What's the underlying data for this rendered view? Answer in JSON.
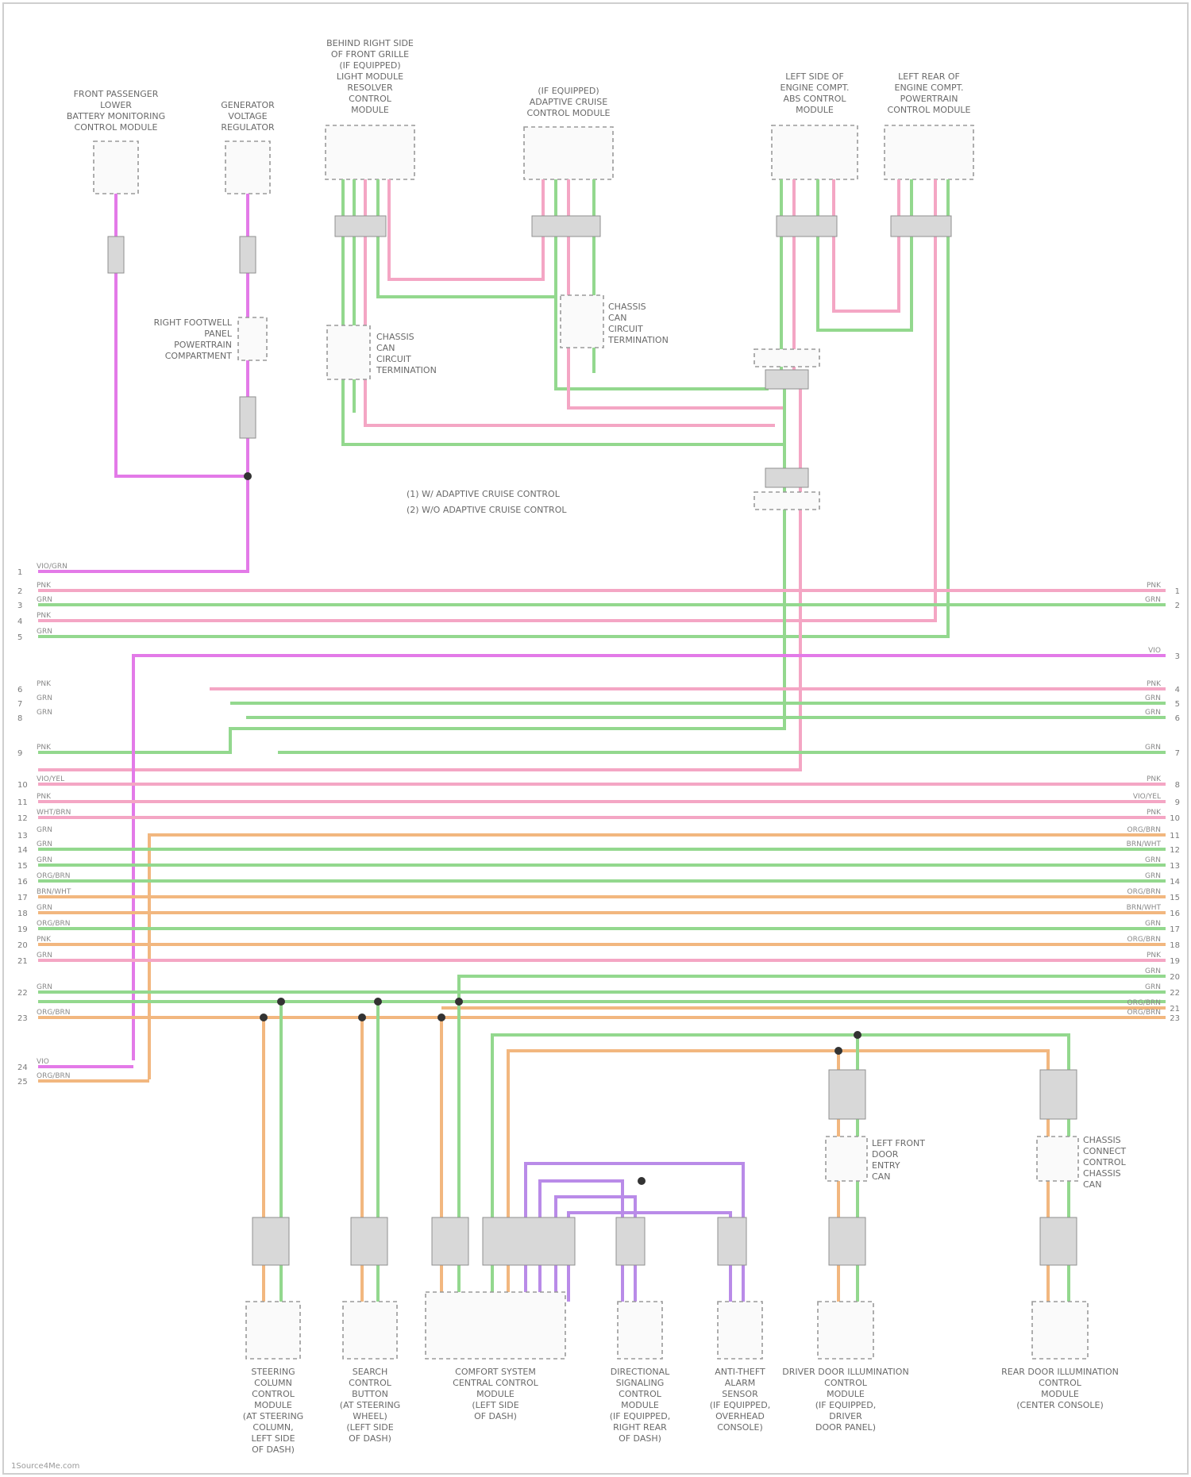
{
  "diagram": {
    "top_components": [
      [
        "FRONT PASSENGER",
        "LOWER",
        "BATTERY MONITORING",
        "CONTROL MODULE"
      ],
      [
        "GENERATOR",
        "VOLTAGE",
        "REGULATOR"
      ],
      [
        "BEHIND RIGHT SIDE",
        "OF FRONT GRILLE",
        "(IF EQUIPPED)",
        "LIGHT MODULE",
        "RESOLVER",
        "CONTROL",
        "MODULE"
      ],
      [
        "(IF EQUIPPED)",
        "ADAPTIVE CRUISE",
        "CONTROL MODULE"
      ],
      [
        "LEFT SIDE OF",
        "ENGINE COMPT.",
        "ABS CONTROL",
        "MODULE"
      ],
      [
        "LEFT REAR OF",
        "ENGINE COMPT.",
        "POWERTRAIN",
        "CONTROL MODULE"
      ]
    ],
    "splice_labels": [
      [
        "RIGHT FOOTWELL",
        "PANEL",
        "POWERTRAIN",
        "COMPARTMENT"
      ],
      [
        "CHASSIS",
        "CAN",
        "CIRCUIT",
        "TERMINATION"
      ],
      [
        "CHASSIS",
        "CAN",
        "CIRCUIT",
        "TERMINATION"
      ]
    ],
    "legend": [
      "(1) W/ ADAPTIVE CRUISE CONTROL",
      "(2) W/O ADAPTIVE CRUISE CONTROL"
    ],
    "left_wire_labels": [
      "VIO/GRN",
      "PNK",
      "GRN",
      "PNK",
      "GRN",
      "PNK",
      "GRN",
      "GRN",
      "PNK",
      "VIO/YEL",
      "PNK",
      "WHT/BRN",
      "GRN",
      "GRN",
      "GRN",
      "ORG/BRN",
      "BRN/WHT",
      "GRN",
      "ORG/BRN",
      "PNK",
      "GRN",
      "GRN",
      "ORG/BRN",
      "VIO",
      "ORG/BRN"
    ],
    "left_pin_numbers": [
      "1",
      "2",
      "3",
      "4",
      "5",
      "6",
      "7",
      "8",
      "9",
      "10",
      "11",
      "12",
      "13",
      "14",
      "15",
      "16",
      "17",
      "18",
      "19",
      "20",
      "21",
      "22",
      "23",
      "24",
      "25"
    ],
    "right_wire_labels": [
      "PNK",
      "GRN",
      "VIO",
      "PNK",
      "GRN",
      "GRN",
      "GRN",
      "PNK",
      "VIO/YEL",
      "PNK",
      "ORG/BRN",
      "BRN/WHT",
      "GRN",
      "GRN",
      "ORG/BRN",
      "BRN/WHT",
      "GRN",
      "ORG/BRN",
      "PNK",
      "GRN",
      "ORG/BRN",
      "GRN",
      "ORG/BRN"
    ],
    "right_pin_numbers": [
      "1",
      "2",
      "3",
      "4",
      "5",
      "6",
      "7",
      "8",
      "9",
      "10",
      "11",
      "12",
      "13",
      "14",
      "15",
      "16",
      "17",
      "18",
      "19",
      "20",
      "21",
      "22",
      "23"
    ],
    "bottom_splice_labels": [
      [
        "LEFT FRONT",
        "DOOR",
        "ENTRY",
        "CAN"
      ],
      [
        "CHASSIS",
        "CONNECT",
        "CONTROL",
        "CHASSIS",
        "CAN"
      ]
    ],
    "bottom_components": [
      [
        "STEERING",
        "COLUMN",
        "CONTROL",
        "MODULE",
        "(AT STEERING",
        "COLUMN,",
        "LEFT SIDE",
        "OF DASH)"
      ],
      [
        "SEARCH",
        "CONTROL",
        "BUTTON",
        "(AT STEERING",
        "WHEEL)",
        "(LEFT SIDE",
        "OF DASH)"
      ],
      [
        "COMFORT SYSTEM",
        "CENTRAL CONTROL",
        "MODULE",
        "(LEFT SIDE",
        "OF DASH)"
      ],
      [
        "DIRECTIONAL",
        "SIGNALING",
        "CONTROL",
        "MODULE",
        "(IF EQUIPPED,",
        "RIGHT REAR",
        "OF DASH)"
      ],
      [
        "ANTI-THEFT",
        "ALARM",
        "SENSOR",
        "(IF EQUIPPED,",
        "OVERHEAD",
        "CONSOLE)"
      ],
      [
        "DRIVER DOOR ILLUMINATION",
        "CONTROL",
        "MODULE",
        "(IF EQUIPPED,",
        "DRIVER",
        "DOOR PANEL)"
      ],
      [
        "REAR DOOR ILLUMINATION",
        "CONTROL",
        "MODULE",
        "(CENTER CONSOLE)"
      ]
    ],
    "footer": "1Source4Me.com",
    "colors": {
      "pink": "#f4a6c4",
      "green": "#93d88e",
      "orange": "#f2b77f",
      "violet": "#e37ae8",
      "purple": "#b98be8"
    }
  }
}
